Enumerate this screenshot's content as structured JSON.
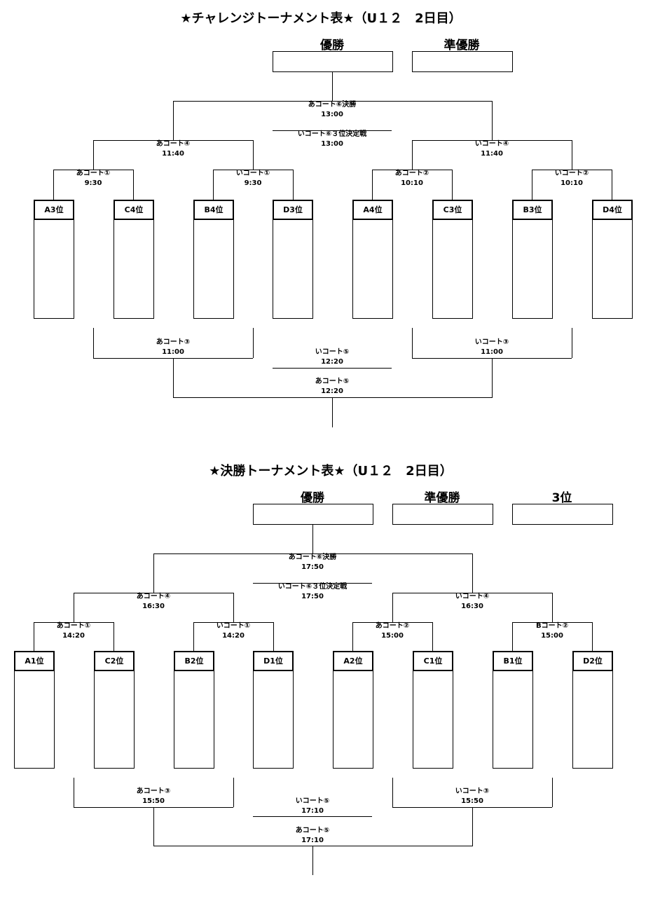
{
  "challenge": {
    "title": "★チャレンジトーナメント表★（U１２　2日目）",
    "headers": [
      "優勝",
      "準優勝"
    ],
    "final": [
      "あコート⑥決勝",
      "13:00"
    ],
    "third": [
      "いコート⑥３位決定戦",
      "13:00"
    ],
    "semis": [
      [
        "あコート④",
        "11:40"
      ],
      [
        "いコート④",
        "11:40"
      ]
    ],
    "round1": [
      [
        "あコート①",
        "9:30"
      ],
      [
        "いコート①",
        "9:30"
      ],
      [
        "あコート②",
        "10:10"
      ],
      [
        "いコート②",
        "10:10"
      ]
    ],
    "teams": [
      "A3位",
      "C4位",
      "B4位",
      "D3位",
      "A4位",
      "C3位",
      "B3位",
      "D4位"
    ],
    "lower_left": [
      "あコート③",
      "11:00"
    ],
    "lower_right": [
      "いコート③",
      "11:00"
    ],
    "lower_mid": [
      "いコート⑤",
      "12:20"
    ],
    "lower_final": [
      "あコート⑤",
      "12:20"
    ]
  },
  "final_bracket": {
    "title": "★決勝トーナメント表★（U１２　2日目）",
    "headers": [
      "優勝",
      "準優勝",
      "3位"
    ],
    "final": [
      "あコート⑥決勝",
      "17:50"
    ],
    "third": [
      "いコート⑥３位決定戦",
      "17:50"
    ],
    "semis": [
      [
        "あコート④",
        "16:30"
      ],
      [
        "いコート④",
        "16:30"
      ]
    ],
    "round1": [
      [
        "あコート①",
        "14:20"
      ],
      [
        "いコート①",
        "14:20"
      ],
      [
        "あコート②",
        "15:00"
      ],
      [
        "Bコート②",
        "15:00"
      ]
    ],
    "teams": [
      "A1位",
      "C2位",
      "B2位",
      "D1位",
      "A2位",
      "C1位",
      "B1位",
      "D2位"
    ],
    "lower_left": [
      "あコート③",
      "15:50"
    ],
    "lower_right": [
      "いコート③",
      "15:50"
    ],
    "lower_mid": [
      "いコート⑤",
      "17:10"
    ],
    "lower_final": [
      "あコート⑤",
      "17:10"
    ]
  }
}
